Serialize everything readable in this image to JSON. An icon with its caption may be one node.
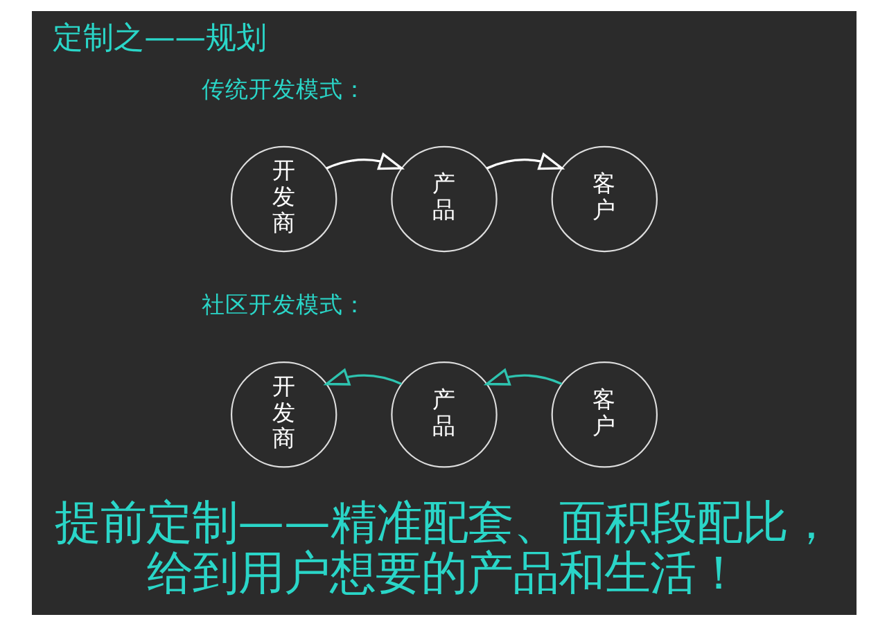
{
  "diagram": {
    "title": "定制之——规划",
    "nodes": [
      {
        "text": [
          "开发商"
        ]
      },
      {
        "text": [
          "产品"
        ]
      },
      {
        "text": [
          "客户"
        ]
      },
      {
        "text": [
          "开发商"
        ]
      },
      {
        "text": [
          "产品"
        ]
      },
      {
        "text": [
          "客户"
        ]
      }
    ],
    "edges": [
      {
        "from": 0,
        "to": 1,
        "arrow": "to"
      },
      {
        "from": 1,
        "to": 2,
        "arrow": "to"
      },
      {
        "from": 5,
        "to": 4,
        "arrow": "to",
        "color": "#2ec4b0"
      },
      {
        "from": 4,
        "to": 3,
        "arrow": "to",
        "color": "#2ec4b0"
      }
    ],
    "labels": [
      "传统开发模式：",
      "社区开发模式：",
      "提前定制——精准配套、面积段配比，给到用户想要的产品和生活！"
    ]
  }
}
